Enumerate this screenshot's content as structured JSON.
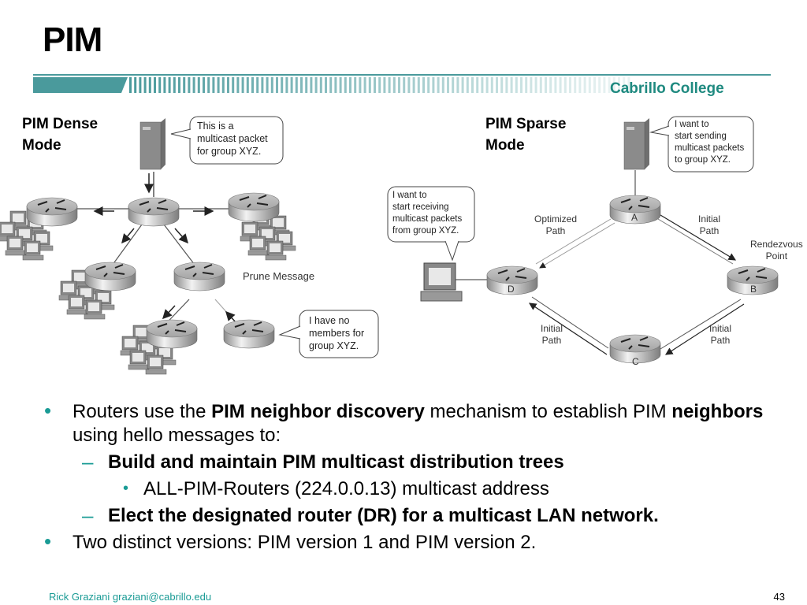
{
  "slide": {
    "title": "PIM",
    "brand": "Cabrillo College",
    "accent_color": "#4a9a9c",
    "bullet_color": "#1a9b95"
  },
  "diagram": {
    "dense": {
      "label_line1": "PIM Dense",
      "label_line2": "Mode",
      "callout_source": [
        "This is a",
        "multicast packet",
        "for group XYZ."
      ],
      "prune_label": "Prune Message",
      "callout_leaf": [
        "I have no",
        "members for",
        "group XYZ."
      ]
    },
    "sparse": {
      "label_line1": "PIM Sparse",
      "label_line2": "Mode",
      "callout_receiver": [
        "I want to",
        "start receiving",
        "multicast packets",
        "from group XYZ."
      ],
      "callout_sender": [
        "I want to",
        "start sending",
        "multicast packets",
        "to group XYZ."
      ],
      "optimized_path": [
        "Optimized",
        "Path"
      ],
      "initial_path_ab": [
        "Initial",
        "Path"
      ],
      "rendezvous_point": [
        "Rendezvous",
        "Point"
      ],
      "initial_path_dc": [
        "Initial",
        "Path"
      ],
      "initial_path_bc": [
        "Initial",
        "Path"
      ],
      "routers": [
        "A",
        "B",
        "C",
        "D"
      ]
    }
  },
  "bullets": {
    "b1": {
      "pre": "Routers use the ",
      "bold1": "PIM neighbor discovery",
      "mid": " mechanism to establish PIM ",
      "bold2": "neighbors",
      "post": " using hello messages to:"
    },
    "b1_sub1": "Build and maintain PIM multicast distribution trees",
    "b1_sub1_sub1": "ALL-PIM-Routers (224.0.0.13) multicast address",
    "b1_sub2": "Elect the designated router (DR) for a multicast LAN network.",
    "b2": "Two distinct versions: PIM version 1 and PIM version 2.",
    "bullet_glyph": "•",
    "dash_glyph": "–"
  },
  "footer": {
    "author": "Rick Graziani  graziani@cabrillo.edu",
    "page_number": "43"
  }
}
